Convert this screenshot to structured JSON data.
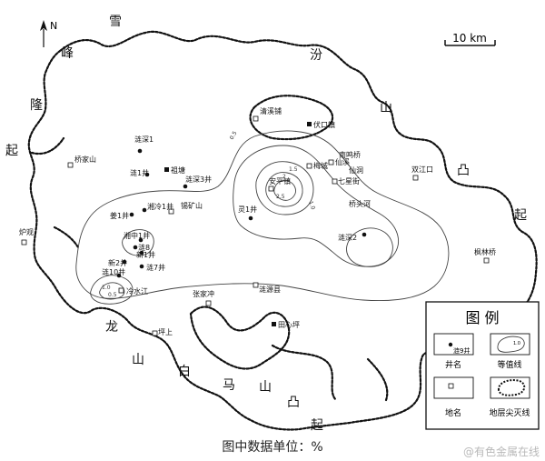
{
  "north_label": "N",
  "scale_label": "10 km",
  "regions": [
    {
      "id": "xuefeng",
      "chars": [
        "峰",
        "雪"
      ]
    },
    {
      "id": "gui",
      "chars": [
        "汾"
      ]
    },
    {
      "id": "shan_right",
      "chars": [
        "山"
      ]
    },
    {
      "id": "aotu",
      "chars": [
        "凸"
      ]
    },
    {
      "id": "qi_right",
      "chars": [
        "起"
      ]
    },
    {
      "id": "long",
      "chars": [
        "隆"
      ]
    },
    {
      "id": "qi_left",
      "chars": [
        "起"
      ]
    },
    {
      "id": "long2",
      "chars": [
        "龙"
      ]
    },
    {
      "id": "shan2",
      "chars": [
        "山"
      ]
    },
    {
      "id": "bai",
      "chars": [
        "白"
      ]
    },
    {
      "id": "ma",
      "chars": [
        "马"
      ]
    },
    {
      "id": "shan3",
      "chars": [
        "山"
      ]
    },
    {
      "id": "tu2",
      "chars": [
        "凸"
      ]
    },
    {
      "id": "qi_bottom",
      "chars": [
        "起"
      ]
    }
  ],
  "places": [
    {
      "id": "qingxipu",
      "label": "清溪铺"
    },
    {
      "id": "xiangsheqiao",
      "label": "桥家山"
    },
    {
      "id": "anping",
      "label": "安平镇"
    },
    {
      "id": "meicheng",
      "label": "梅城"
    },
    {
      "id": "xianxi",
      "label": "仙溪"
    },
    {
      "id": "qixingjie",
      "label": "七星街"
    },
    {
      "id": "xiandong",
      "label": "仙洞"
    },
    {
      "id": "shuangjiangkou",
      "label": "双江口"
    },
    {
      "id": "qiaotouhe",
      "label": "桥头河"
    },
    {
      "id": "fenghuangqiao",
      "label": "南鸣桥"
    },
    {
      "id": "xikuangshan",
      "label": "锡矿山"
    },
    {
      "id": "huguan",
      "label": "炉观"
    },
    {
      "id": "lengshuijiang",
      "label": "冷水江"
    },
    {
      "id": "zhangjiachong",
      "label": "张家冲"
    },
    {
      "id": "lianyuan",
      "label": "涟源县"
    },
    {
      "id": "pingshang",
      "label": "坪上"
    },
    {
      "id": "fengshuqiao",
      "label": "枫林桥"
    }
  ],
  "towns": [
    {
      "id": "fuxingzhen",
      "label": "伏口镇"
    },
    {
      "id": "qiaotang",
      "label": "祖塘"
    },
    {
      "id": "tianxinping",
      "label": "田心坪"
    }
  ],
  "wells": [
    {
      "id": "lianshen1",
      "label": "涟深1"
    },
    {
      "id": "lian1",
      "label": "涟1井"
    },
    {
      "id": "lianshen3",
      "label": "涟深3井"
    },
    {
      "id": "xiangleng1",
      "label": "湘冷1井"
    },
    {
      "id": "jiang1",
      "label": "姜1井"
    },
    {
      "id": "ling1",
      "label": "灵1井"
    },
    {
      "id": "lianshen2",
      "label": "涟深2"
    },
    {
      "id": "xiangzhong1",
      "label": "湘中1井"
    },
    {
      "id": "lian8",
      "label": "涟8"
    },
    {
      "id": "xin1",
      "label": "新1井"
    },
    {
      "id": "xin2",
      "label": "新2井"
    },
    {
      "id": "lian7",
      "label": "涟7井"
    },
    {
      "id": "lian10",
      "label": "涟10井"
    }
  ],
  "contour_values": [
    {
      "id": "c05_top",
      "label": "0.5"
    },
    {
      "id": "c05_right",
      "label": "1.0"
    },
    {
      "id": "c2_5",
      "label": "2.5"
    },
    {
      "id": "c2",
      "label": "2"
    },
    {
      "id": "c15",
      "label": "1.5"
    },
    {
      "id": "c05_bot",
      "label": "0.5"
    },
    {
      "id": "c1_left",
      "label": "1.0"
    }
  ],
  "legend": {
    "title": "图 例",
    "items": [
      {
        "id": "well",
        "sample": "涟9井",
        "label": "井名"
      },
      {
        "id": "isoline",
        "sample": "1.0",
        "label": "等值线"
      },
      {
        "id": "place",
        "label": "地名"
      },
      {
        "id": "pinchout",
        "label": "地层尖灭线"
      }
    ]
  },
  "caption": "图中数据单位：%",
  "watermark": "@有色金属在线"
}
